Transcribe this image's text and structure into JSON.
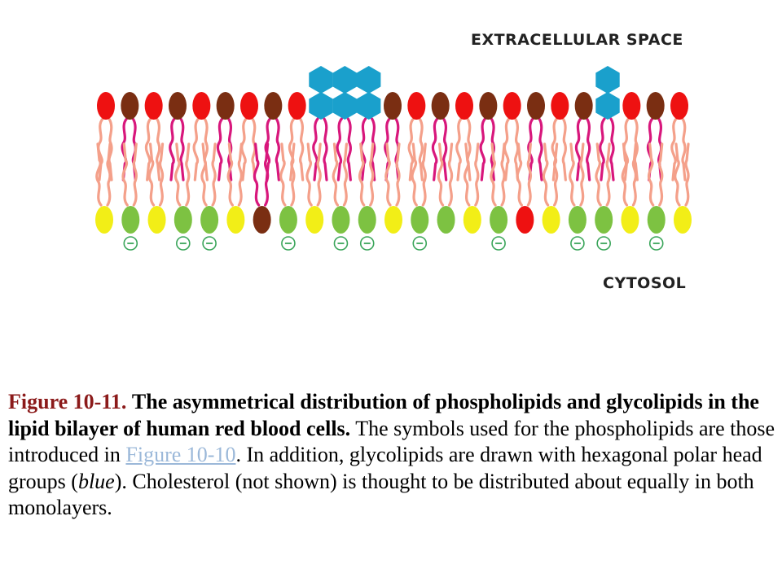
{
  "labels": {
    "top": "EXTRACELLULAR SPACE",
    "bottom": "CYTOSOL"
  },
  "caption": {
    "figure_number": "Figure 10-11.",
    "title": "The asymmetrical distribution of phospholipids and glycolipids in the lipid bilayer of human red blood cells.",
    "text_1": "The symbols used for the phospholipids are those introduced in",
    "link_text": "Figure 10-10",
    "text_2": ". In addition, glycolipids are drawn with hexagonal polar head groups (",
    "italic_word": "blue",
    "text_3": "). Cholesterol (not shown) is thought to be distributed about equally in both monolayers."
  },
  "colors": {
    "red": "#ee1111",
    "brown": "#7a2e12",
    "green": "#7dc242",
    "yellow": "#f2ee17",
    "blue": "#1aa0cc",
    "tail": "#f4a08a",
    "pink_tail": "#d8177c",
    "charge": "#3aa55a"
  },
  "outer_leaflet": [
    "red",
    "brown",
    "red",
    "brown",
    "red",
    "brown",
    "red",
    "brown",
    "red",
    "glyco2",
    "glyco2",
    "glyco2",
    "brown",
    "red",
    "brown",
    "red",
    "brown",
    "red",
    "brown",
    "red",
    "brown",
    "glyco1",
    "red",
    "brown",
    "red"
  ],
  "inner_leaflet": [
    "yellow",
    "green",
    "yellow",
    "green",
    "green",
    "yellow",
    "brown",
    "green",
    "yellow",
    "green",
    "green",
    "yellow",
    "green",
    "green",
    "yellow",
    "green",
    "red",
    "yellow",
    "green",
    "green",
    "yellow",
    "green",
    "yellow"
  ],
  "charged_inner": [
    1,
    3,
    4,
    7,
    9,
    10,
    12,
    15,
    18,
    19,
    21
  ]
}
